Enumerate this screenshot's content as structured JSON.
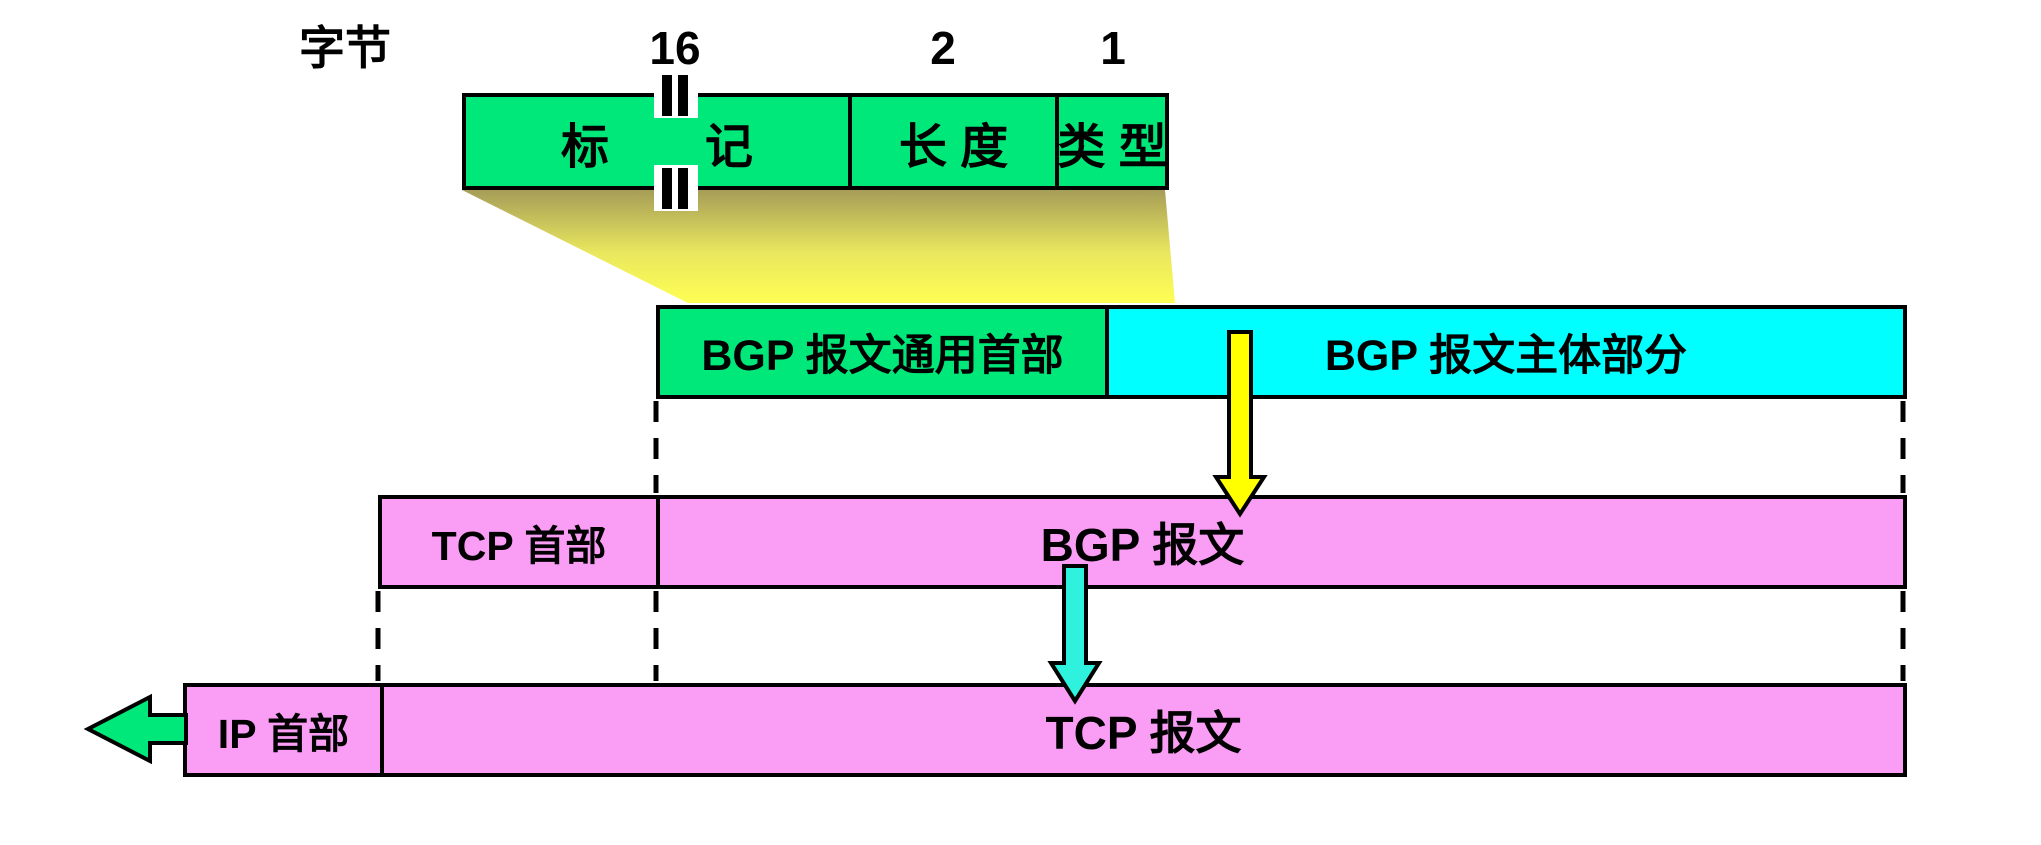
{
  "diagram": {
    "byte_scale_label": "字节",
    "field_sizes": [
      "16",
      "2",
      "1"
    ],
    "header_fields": [
      "标　　记",
      "长 度",
      "类 型"
    ],
    "bgp_row": {
      "header": "BGP 报文通用首部",
      "body": "BGP 报文主体部分"
    },
    "tcp_row": {
      "header": "TCP 首部",
      "body": "BGP 报文"
    },
    "ip_row": {
      "header": "IP 首部",
      "body": "TCP 报文"
    }
  },
  "colors": {
    "green": "#00E87A",
    "cyan": "#00FFFF",
    "pink": "#FA9DF5",
    "yellow": "#FFFF00",
    "cyan_arrow": "#2EF2DE",
    "funnel_top": "#A69D58",
    "funnel_mid": "#E9E75E",
    "funnel_bottom": "#FEFE54",
    "line": "#000000",
    "background": "#FFFFFF"
  }
}
